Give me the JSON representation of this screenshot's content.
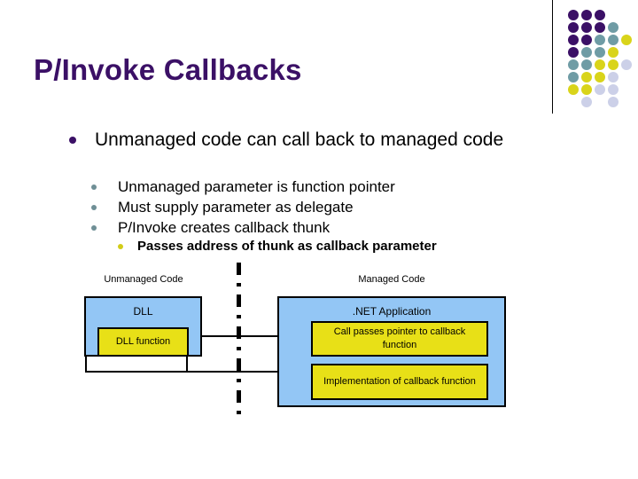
{
  "slide": {
    "title": "P/Invoke Callbacks",
    "title_color": "#3b1066"
  },
  "header_rule": {
    "color": "#000000"
  },
  "dot_grid": {
    "colors": {
      "purple": "#3b1066",
      "teal": "#6f9ca5",
      "yellow": "#d9d41a",
      "lavender": "#ccd0e8"
    },
    "rows": [
      [
        "purple",
        "purple",
        "purple",
        null,
        null
      ],
      [
        "purple",
        "purple",
        "purple",
        "teal",
        null
      ],
      [
        "purple",
        "purple",
        "teal",
        "teal",
        "yellow"
      ],
      [
        "purple",
        "teal",
        "teal",
        "yellow",
        null
      ],
      [
        "teal",
        "teal",
        "yellow",
        "yellow",
        "lavender"
      ],
      [
        "teal",
        "yellow",
        "yellow",
        "lavender",
        null
      ],
      [
        "yellow",
        "yellow",
        "lavender",
        "lavender",
        null
      ],
      [
        null,
        "lavender",
        null,
        "lavender",
        null
      ]
    ]
  },
  "bullets": {
    "level1": {
      "text": "Unmanaged code can call back to managed code",
      "marker_color": "#3b1066"
    },
    "level2": {
      "marker_color": "#6f8f96",
      "items": [
        "Unmanaged parameter is function pointer",
        "Must supply parameter as delegate",
        "P/Invoke creates callback thunk"
      ]
    },
    "level3": {
      "text": "Passes address of thunk as callback parameter",
      "marker_color": "#d2cc18"
    }
  },
  "diagram": {
    "labels": {
      "unmanaged": "Unmanaged Code",
      "managed": "Managed Code"
    },
    "colors": {
      "blue_box": "#93c6f5",
      "yellow_box": "#e8e017",
      "outline": "#000000"
    },
    "unmanaged_side": {
      "container_title": "DLL",
      "inner_box": "DLL function"
    },
    "managed_side": {
      "container_title": ".NET Application",
      "inner_boxes": [
        "Call passes pointer to callback function",
        "Implementation of callback function"
      ]
    }
  }
}
